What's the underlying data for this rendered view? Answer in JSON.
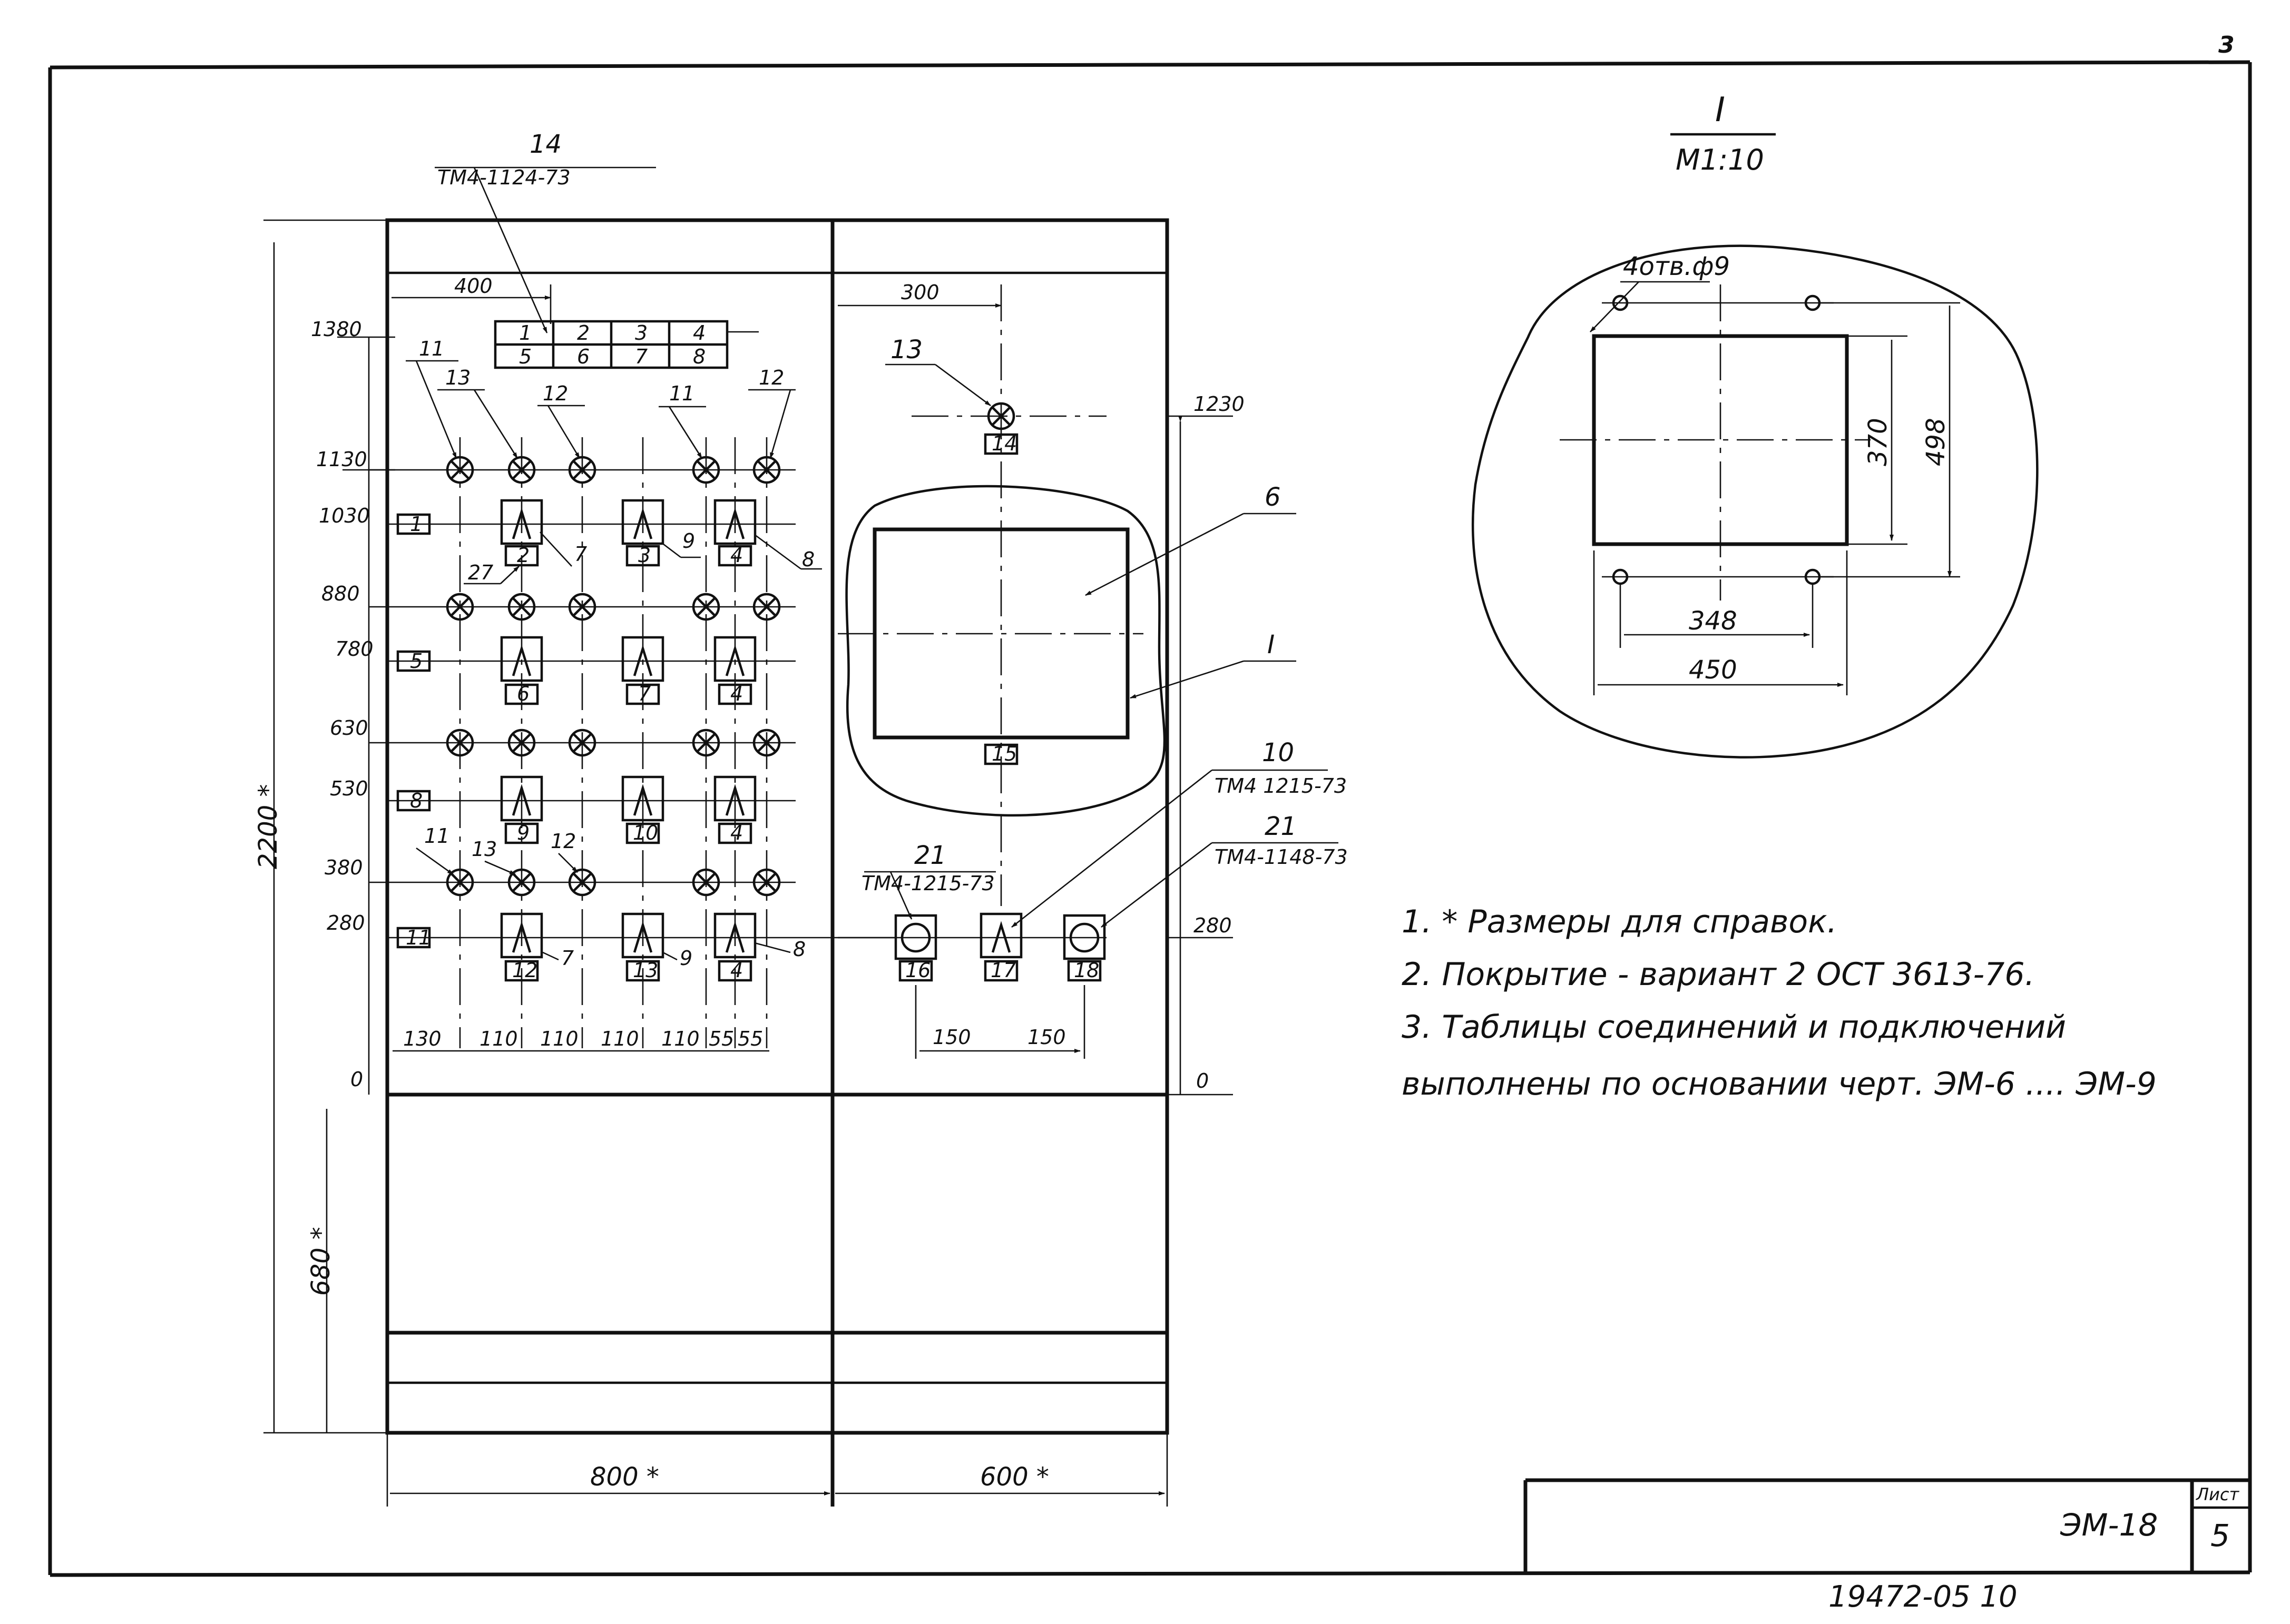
{
  "page_number": "3",
  "detail": {
    "label": "I",
    "scale": "М1:10",
    "holes": "4отв.ф9",
    "dim_370": "370",
    "dim_498": "498",
    "dim_348": "348",
    "dim_450": "450"
  },
  "panel_left": {
    "leader_14": "14",
    "leader_14_doc": "ТМ4-1124-73",
    "dim_400": "400",
    "table_cells": [
      "1",
      "2",
      "3",
      "4",
      "5",
      "6",
      "7",
      "8"
    ],
    "level_labels": [
      "1380",
      "1130",
      "1030",
      "880",
      "780",
      "630",
      "530",
      "380",
      "280",
      "0"
    ],
    "row_tags": [
      "1",
      "5",
      "8",
      "11"
    ],
    "callouts_top": [
      "11",
      "13",
      "12",
      "11",
      "12"
    ],
    "callouts_mid": {
      "c27": "27",
      "c7": "7",
      "c9": "9",
      "c8": "8"
    },
    "module_tags": [
      [
        "2",
        "3",
        "4"
      ],
      [
        "6",
        "7",
        "4"
      ],
      [
        "9",
        "10",
        "4"
      ],
      [
        "12",
        "13",
        "4"
      ]
    ],
    "callouts_row7": [
      "11",
      "13",
      "12"
    ],
    "callouts_bottom": {
      "c7": "7",
      "c9": "9",
      "c8": "8"
    },
    "spacing_dims": [
      "130",
      "110",
      "110",
      "110",
      "110",
      "55",
      "55"
    ],
    "height_total": "2200 *",
    "height_base": "680 *",
    "width": "800 *"
  },
  "panel_right": {
    "dim_300": "300",
    "callout_13": "13",
    "tag_14": "14",
    "level_1230": "1230",
    "callout_6": "6",
    "callout_I": "I",
    "tag_15": "15",
    "callout_10": "10",
    "callout_10_doc": "ТМ4 1215-73",
    "callout_21a": "21",
    "callout_21a_doc": "ТМ4-1215-73",
    "callout_21b": "21",
    "callout_21b_doc": "ТМ4-1148-73",
    "level_280": "280",
    "tags_bottom": [
      "16",
      "17",
      "18"
    ],
    "dims_150": [
      "150",
      "150"
    ],
    "level_0": "0",
    "width": "600 *"
  },
  "notes": [
    "1. * Размеры для справок.",
    "2. Покрытие - вариант 2 ОСТ 3613-76.",
    "3. Таблицы соединений и подключений",
    "выполнены по основании черт. ЭМ-6 .... ЭМ-9"
  ],
  "title_block": {
    "sheet_header": "Лист",
    "code": "ЭМ-18",
    "sheet_number": "5"
  },
  "archive_number": "19472-05 10"
}
